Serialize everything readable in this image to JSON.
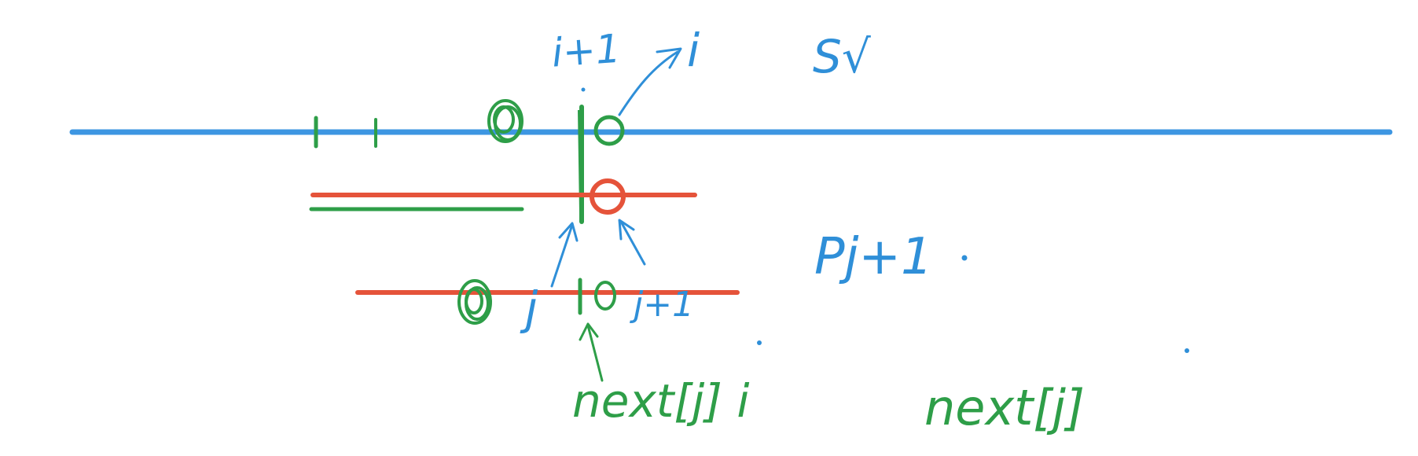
{
  "labels": {
    "i_plus_1": "i+1",
    "i": "i",
    "s_check": "S√",
    "p_j_plus_1": "Pj+1",
    "j": "j",
    "j_plus_1": "j+1",
    "next_j_i": "next[j] i",
    "next_j": "next[j]"
  },
  "colors": {
    "blue": "#3d96e2",
    "green": "#2e9e48",
    "red": "#e5533a",
    "background": "#ffffff"
  }
}
